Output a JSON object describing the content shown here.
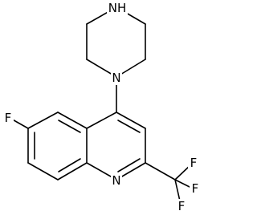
{
  "atom_labels": {
    "nh": "NH",
    "n_piperazine": "N",
    "n_quinoline": "N",
    "fluorine_ring": "F",
    "fluorine_cf3_top": "F",
    "fluorine_cf3_right": "F",
    "fluorine_cf3_bottom": "F"
  },
  "colors": {
    "bond": "#000000",
    "background": "#ffffff"
  }
}
